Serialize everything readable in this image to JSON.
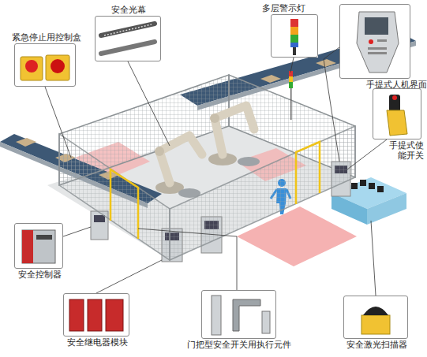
{
  "diagram": {
    "nodes": [
      {
        "text": [
          "紧急停止用控制盒"
        ]
      },
      {
        "text": [
          "安全光幕"
        ]
      },
      {
        "text": [
          "多层警示灯"
        ]
      },
      {
        "text": [
          "手提式人机界面"
        ]
      },
      {
        "text": [
          "手提式使能开关"
        ]
      },
      {
        "text": [
          "安全控制器"
        ]
      },
      {
        "text": [
          "安全继电器模块"
        ]
      },
      {
        "text": [
          "门把型安全开关用执行元件"
        ]
      },
      {
        "text": [
          "安全激光扫描器"
        ]
      }
    ]
  }
}
